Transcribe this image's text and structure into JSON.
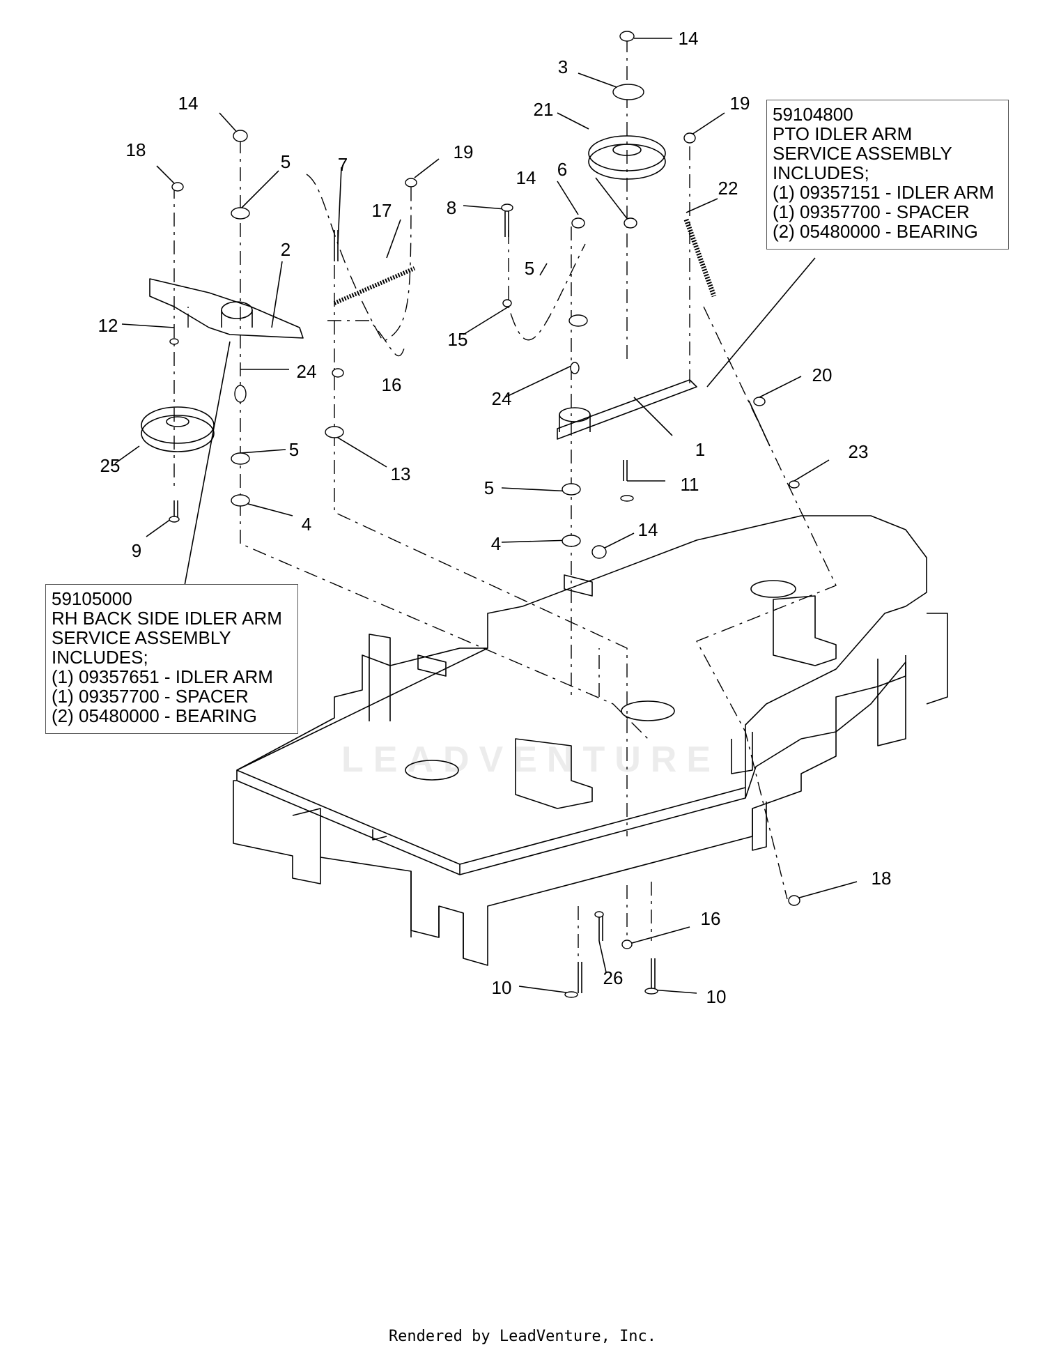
{
  "watermark_text": "LEADVENTURE",
  "footer": "Rendered by LeadVenture, Inc.",
  "boxes": {
    "pto": {
      "lines": [
        "59104800",
        "PTO IDLER ARM",
        "SERVICE ASSEMBLY",
        "INCLUDES;",
        "(1) 09357151 - IDLER ARM",
        "(1) 09357700 - SPACER",
        "(2) 05480000 - BEARING"
      ]
    },
    "rh": {
      "lines": [
        "59105000",
        "RH BACK SIDE IDLER ARM",
        "SERVICE ASSEMBLY",
        "INCLUDES;",
        "(1) 09357651 - IDLER ARM",
        "(1) 09357700 - SPACER",
        "(2) 05480000 - BEARING"
      ]
    }
  },
  "labels": {
    "l14a": "14",
    "l3": "3",
    "l21": "21",
    "l19a": "19",
    "l14b": "14",
    "l18a": "18",
    "l5a": "5",
    "l7": "7",
    "l19b": "19",
    "l14c": "14",
    "l6": "6",
    "l22": "22",
    "l8": "8",
    "l17": "17",
    "l2": "2",
    "l5b": "5",
    "l12": "12",
    "l15": "15",
    "l24a": "24",
    "l16a": "16",
    "l24b": "24",
    "l20": "20",
    "l1": "1",
    "l25": "25",
    "l5c": "5",
    "l13": "13",
    "l23": "23",
    "l11": "11",
    "l5d": "5",
    "l4a": "4",
    "l4b": "4",
    "l14d": "14",
    "l9": "9",
    "l18b": "18",
    "l16b": "16",
    "l26": "26",
    "l10a": "10",
    "l10b": "10"
  }
}
